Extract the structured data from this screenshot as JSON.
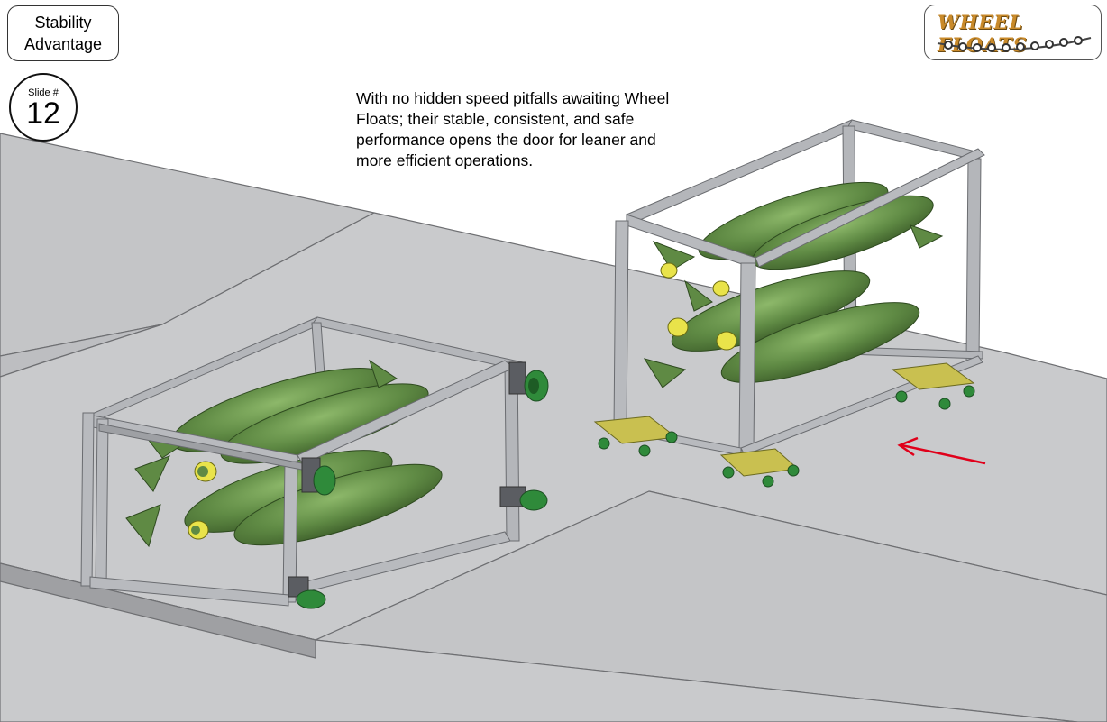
{
  "slide": {
    "title_lines": [
      "Stability",
      "Advantage"
    ],
    "badge_label": "Slide #",
    "badge_number": "12"
  },
  "logo": {
    "text": "WHEEL FLOATS",
    "color": "#c98a2a"
  },
  "body": {
    "paragraph": "With no hidden speed pitfalls awaiting Wheel Floats; their stable, consistent, and safe performance opens the door for leaner and more efficient operations."
  },
  "colors": {
    "floor": "#c7c8ca",
    "frame": "#b4b6ba",
    "bomb": "#5f8a44",
    "caster_wheel": "#2f8a3a",
    "wheel_float": "#c9c050",
    "arrow": "#e0001a"
  },
  "icons": {
    "arrow": "red-left-arrow-icon",
    "wheels": "wheel-icon"
  }
}
